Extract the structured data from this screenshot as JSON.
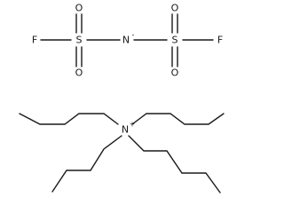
{
  "anion": {
    "atoms": {
      "f_left": "F",
      "s_left": "S",
      "o_left_top": "O",
      "o_left_bottom": "O",
      "n_center": "N",
      "n_charge": "-",
      "s_right": "S",
      "o_right_top": "O",
      "o_right_bottom": "O",
      "f_right": "F"
    }
  },
  "cation": {
    "atoms": {
      "n_center": "N",
      "n_charge": "+"
    }
  }
}
